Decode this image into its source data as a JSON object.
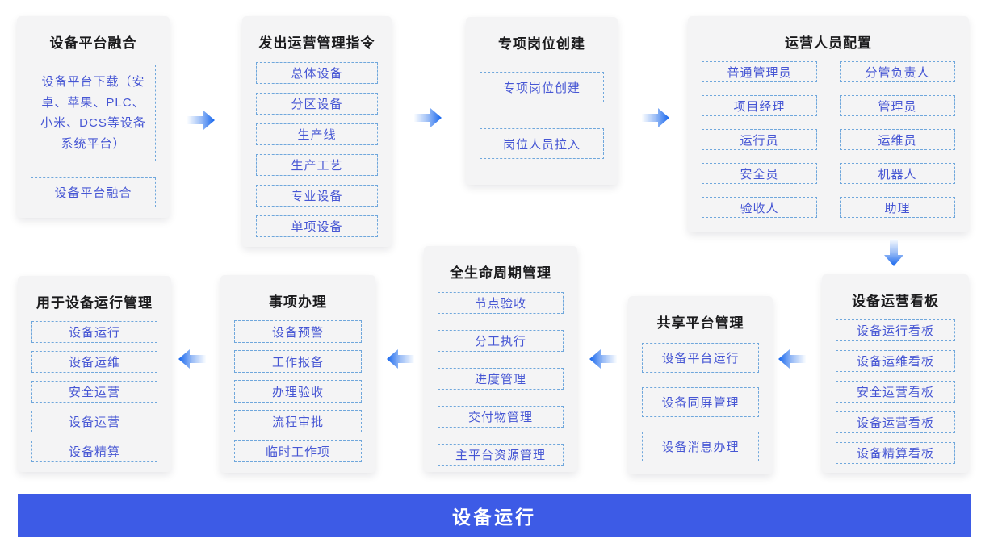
{
  "colors": {
    "card_background": "#f4f4f5",
    "title_text": "#1b1b1d",
    "item_border": "#6fa7dc",
    "item_text": "#4656d4",
    "arrow_gradient_start": "#f8fbff",
    "arrow_gradient_end": "#1465ee",
    "banner_background": "#3d5be6",
    "banner_text": "#ffffff"
  },
  "cards": [
    {
      "title": "设备平台融合",
      "items": [
        "设备平台下载（安卓、苹果、PLC、小米、DCS等设备系统平台）",
        "设备平台融合"
      ]
    },
    {
      "title": "发出运营管理指令",
      "items": [
        "总体设备",
        "分区设备",
        "生产线",
        "生产工艺",
        "专业设备",
        "单项设备"
      ]
    },
    {
      "title": "专项岗位创建",
      "items": [
        "专项岗位创建",
        "岗位人员拉入"
      ]
    },
    {
      "title": "运营人员配置",
      "items": [
        "普通管理员",
        "分管负责人",
        "项目经理",
        "管理员",
        "运行员",
        "运维员",
        "安全员",
        "机器人",
        "验收人",
        "助理"
      ]
    },
    {
      "title": "设备运营看板",
      "items": [
        "设备运行看板",
        "设备运维看板",
        "安全运营看板",
        "设备运营看板",
        "设备精算看板"
      ]
    },
    {
      "title": "共享平台管理",
      "items": [
        "设备平台运行",
        "设备同屏管理",
        "设备消息办理"
      ]
    },
    {
      "title": "全生命周期管理",
      "items": [
        "节点验收",
        "分工执行",
        "进度管理",
        "交付物管理",
        "主平台资源管理"
      ]
    },
    {
      "title": "事项办理",
      "items": [
        "设备预警",
        "工作报备",
        "办理验收",
        "流程审批",
        "临时工作项"
      ]
    },
    {
      "title": "用于设备运行管理",
      "items": [
        "设备运行",
        "设备运维",
        "安全运营",
        "设备运营",
        "设备精算"
      ]
    }
  ],
  "banner": {
    "label": "设备运行"
  }
}
